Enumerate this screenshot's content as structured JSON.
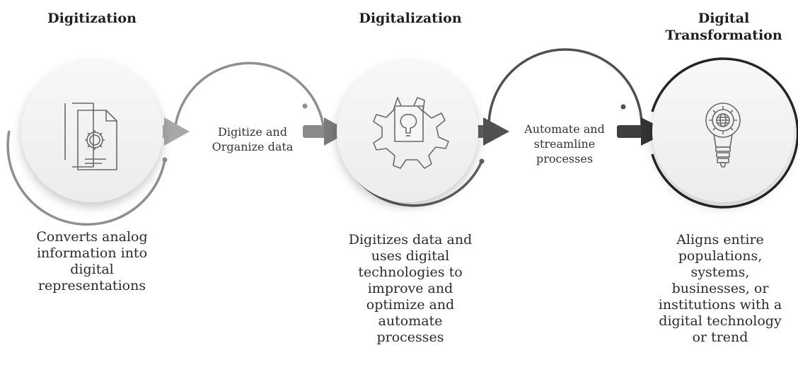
{
  "stages": [
    {
      "title_lines": [
        "Digitization"
      ],
      "description_lines": [
        "Converts analog",
        "information into",
        "digital",
        "representations"
      ],
      "icon": "document-gear-icon"
    },
    {
      "title_lines": [
        "Digitalization"
      ],
      "description_lines": [
        "Digitizes data and",
        "uses digital",
        "technologies to",
        "improve and",
        "optimize and",
        "automate",
        "processes"
      ],
      "icon": "gear-document-lightbulb-icon"
    },
    {
      "title_lines": [
        "Digital",
        "Transformation"
      ],
      "description_lines": [
        "Aligns entire",
        "populations,",
        "systems,",
        "businesses, or",
        "institutions with a",
        "digital technology",
        "or trend"
      ],
      "icon": "lightbulb-globe-gear-icon"
    }
  ],
  "connectors": [
    {
      "label_lines": [
        "Digitize and",
        "Organize data"
      ]
    },
    {
      "label_lines": [
        "Automate and",
        "streamline",
        "processes"
      ]
    }
  ],
  "colors": {
    "circle_fill": "#f4f4f4",
    "arc_stage1": "#8f8f8f",
    "arc_stage2": "#5f5f5f",
    "arc_stage3": "#262626",
    "arrow_light": "#9a9a9a",
    "arrow_mid": "#6a6a6a",
    "arrow_dark": "#3a3a3a",
    "text": "#2b2b2b"
  }
}
